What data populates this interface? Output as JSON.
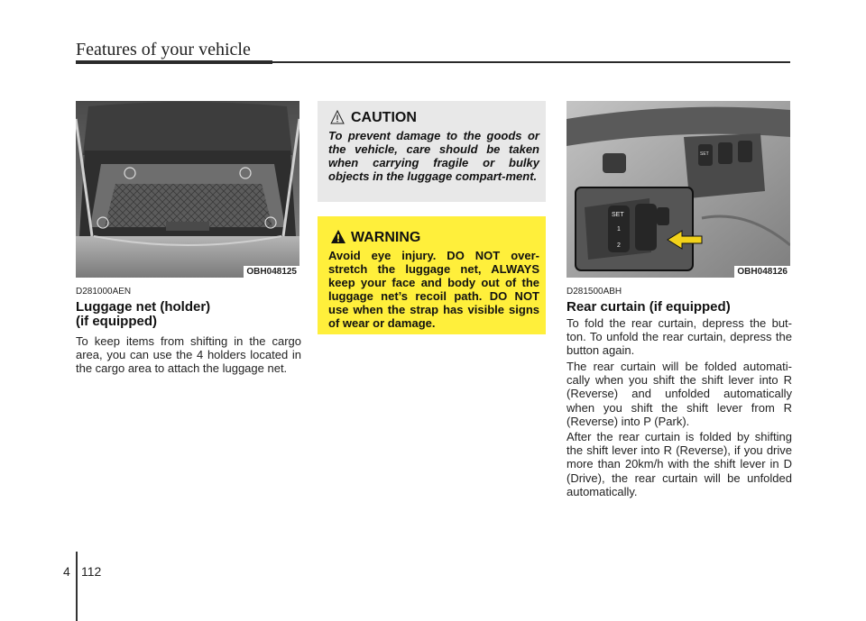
{
  "header": {
    "title": "Features of your vehicle"
  },
  "left": {
    "photo_code": "OBH048125",
    "doc_code": "D281000AEN",
    "heading_line1": "Luggage net (holder)",
    "heading_line2": "(if equipped)",
    "paragraph": "To keep items from shifting in the cargo area, you can use the 4 holders located in the cargo area to attach the luggage net."
  },
  "caution": {
    "title": "CAUTION",
    "text": "To prevent damage to the goods or the vehicle, care should be taken when carrying fragile or bulky objects in the luggage compart-ment.",
    "icon": "caution-triangle-icon"
  },
  "warning": {
    "title": "WARNING",
    "text": "Avoid eye injury. DO NOT over-stretch the luggage net, ALWAYS keep your face and body out of the luggage net’s recoil path. DO NOT use when the strap has visible signs of wear or damage.",
    "icon": "warning-triangle-icon",
    "color": "#ffef3b"
  },
  "right": {
    "photo_code": "OBH048126",
    "doc_code": "D281500ABH",
    "heading": "Rear curtain (if equipped)",
    "paragraph1": "To fold the rear curtain, depress the but-ton. To unfold the rear curtain, depress the button again.",
    "paragraph2": "The rear curtain will be folded automati-cally when you shift the shift lever into R (Reverse) and unfolded automatically when you shift the shift lever from R (Reverse) into P (Park).",
    "paragraph3": "After the rear curtain is folded by shifting the shift lever into R (Reverse), if you drive more than 20km/h with the shift lever in D (Drive), the rear curtain will be unfolded automatically.",
    "button_labels": [
      "SET",
      "1",
      "2"
    ]
  },
  "footer": {
    "section": "4",
    "page": "112"
  }
}
